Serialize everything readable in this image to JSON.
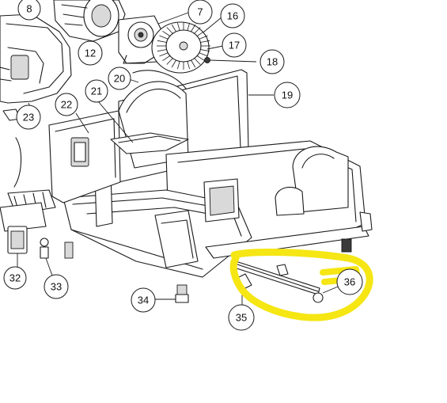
{
  "highlight_color": "#f5e614",
  "callouts": [
    {
      "id": "c8",
      "label": "8"
    },
    {
      "id": "c7",
      "label": "7"
    },
    {
      "id": "c16",
      "label": "16"
    },
    {
      "id": "c17",
      "label": "17"
    },
    {
      "id": "c18",
      "label": "18"
    },
    {
      "id": "c12",
      "label": "12"
    },
    {
      "id": "c20",
      "label": "20"
    },
    {
      "id": "c21",
      "label": "21"
    },
    {
      "id": "c19",
      "label": "19"
    },
    {
      "id": "c22",
      "label": "22"
    },
    {
      "id": "c23",
      "label": "23"
    },
    {
      "id": "c36",
      "label": "36"
    },
    {
      "id": "c32",
      "label": "32"
    },
    {
      "id": "c33",
      "label": "33"
    },
    {
      "id": "c34",
      "label": "34"
    },
    {
      "id": "c35",
      "label": "35"
    }
  ]
}
